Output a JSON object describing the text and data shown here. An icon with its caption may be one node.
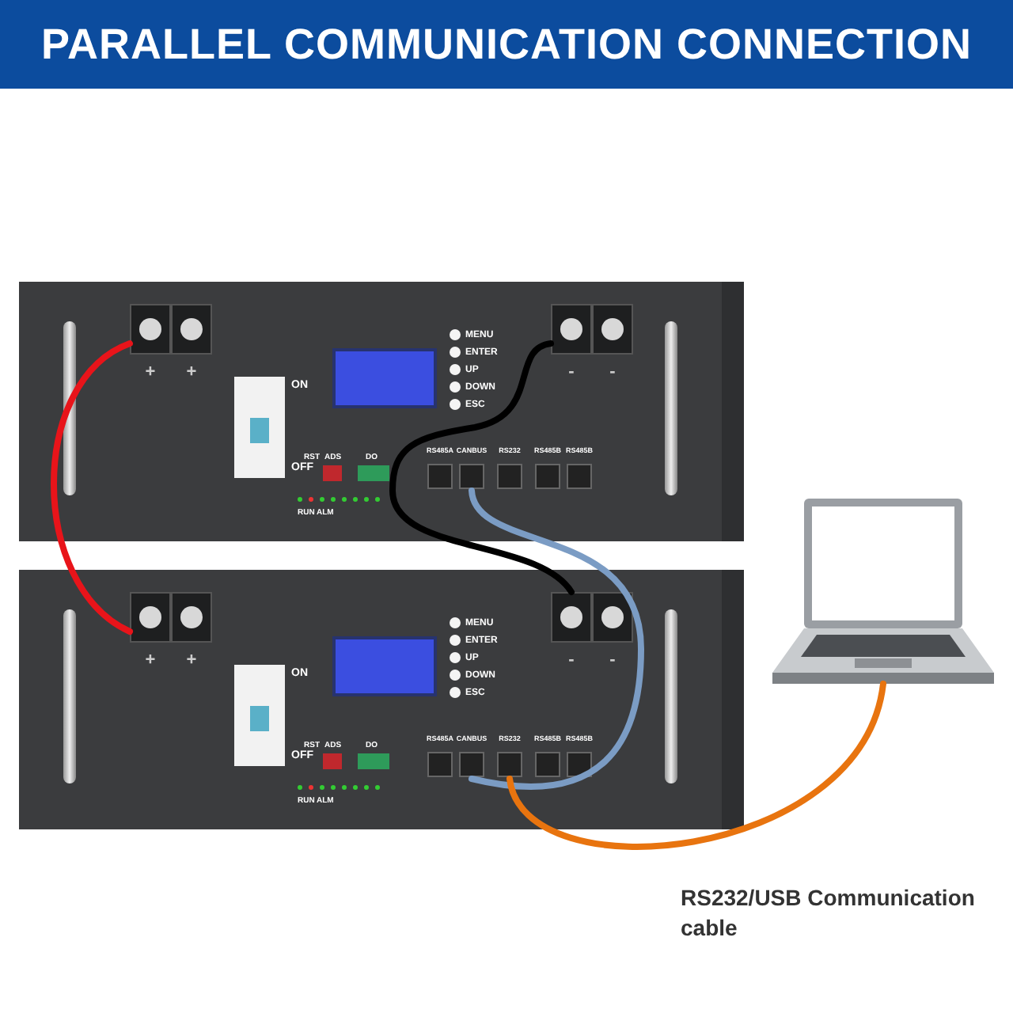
{
  "diagram": {
    "title": "PARALLEL COMMUNICATION CONNECTION",
    "nodes": [
      {
        "text": [],
        "shape": "box"
      },
      {
        "text": [
          "+"
        ],
        "in": 0
      },
      {
        "text": [
          "+"
        ],
        "in": 0
      },
      {
        "text": [
          "ON",
          "OFF"
        ],
        "in": 0
      },
      {
        "text": [],
        "shape": "box",
        "in": 0
      },
      {
        "text": [
          "-"
        ],
        "in": 0
      },
      {
        "text": [
          "-"
        ],
        "in": 0
      },
      {
        "text": [
          "RS485A"
        ],
        "in": 0
      },
      {
        "text": [
          "CANBUS"
        ],
        "in": 0
      },
      {
        "text": [
          "RS232"
        ],
        "in": 0
      },
      {
        "text": [
          "RS485B"
        ],
        "in": 0
      },
      {
        "text": [
          "RS485B"
        ],
        "in": 0
      },
      {
        "text": [],
        "shape": "box"
      },
      {
        "text": [
          "+"
        ],
        "in": 12
      },
      {
        "text": [
          "+"
        ],
        "in": 12
      },
      {
        "text": [
          "ON",
          "OFF"
        ],
        "in": 12
      },
      {
        "text": [],
        "shape": "box",
        "in": 12
      },
      {
        "text": [
          "-"
        ],
        "in": 12
      },
      {
        "text": [
          "-"
        ],
        "in": 12
      },
      {
        "text": [
          "RS485A"
        ],
        "in": 12
      },
      {
        "text": [
          "CANBUS"
        ],
        "in": 12
      },
      {
        "text": [
          "RS232"
        ],
        "in": 12
      },
      {
        "text": [
          "RS485B"
        ],
        "in": 12
      },
      {
        "text": [
          "RS485B"
        ],
        "in": 12
      },
      {
        "text": [],
        "shape": "picture"
      }
    ],
    "edges": [
      {
        "from": 1,
        "to": 13,
        "arrow": "none",
        "color": "#e8141a"
      },
      {
        "from": 5,
        "to": 17,
        "arrow": "none",
        "color": "#000000"
      },
      {
        "from": 8,
        "to": 20,
        "arrow": "none",
        "color": "#7b9cc4"
      },
      {
        "from": 21,
        "to": 24,
        "arrow": "none",
        "color": "#e8740f"
      }
    ],
    "labels": [
      "MENU",
      "ENTER",
      "UP",
      "DOWN",
      "ESC",
      "RST",
      "ADS",
      "DO",
      "RUN",
      "ALM",
      "MENU",
      "ENTER",
      "UP",
      "DOWN",
      "ESC",
      "RST",
      "ADS",
      "DO",
      "RUN",
      "ALM",
      "RS232/USB Communication cable"
    ]
  }
}
